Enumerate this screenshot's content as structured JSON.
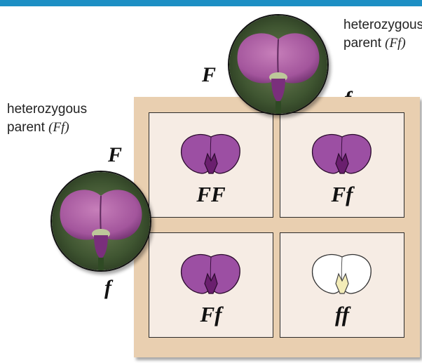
{
  "parent_top": {
    "text": "heterozygous",
    "prefix": "parent ",
    "genotype": "(Ff)"
  },
  "parent_left": {
    "text": "heterozygous",
    "prefix": "parent ",
    "genotype": "(Ff)"
  },
  "alleles_top": [
    "F",
    "f"
  ],
  "alleles_left": [
    "F",
    "f"
  ],
  "cells": [
    {
      "genotype": "FF",
      "flower": "purple"
    },
    {
      "genotype": "Ff",
      "flower": "purple"
    },
    {
      "genotype": "Ff",
      "flower": "purple"
    },
    {
      "genotype": "ff",
      "flower": "white"
    }
  ],
  "colors": {
    "purple_petal": "#9c4fa3",
    "purple_keel": "#6a1f6e",
    "white_petal": "#ffffff",
    "white_keel": "#f3ecb8",
    "board": "#e9cfb0",
    "cell": "#f6ece4",
    "accent_bar": "#1d8fc4"
  }
}
